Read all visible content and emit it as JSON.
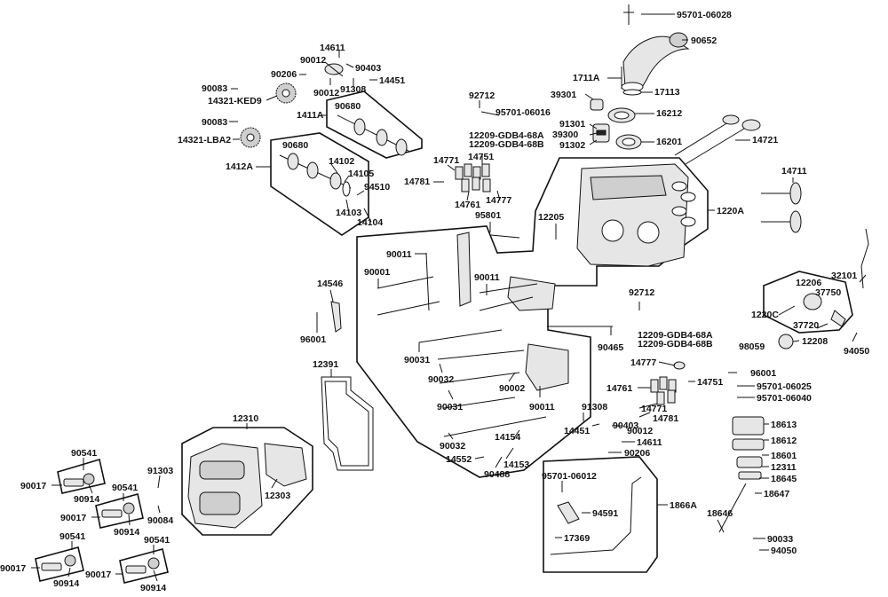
{
  "labels": {
    "l95701_06028": "95701-06028",
    "l90652": "90652",
    "l1711A": "1711A",
    "l17113": "17113",
    "l39301": "39301",
    "l16212": "16212",
    "l91301": "91301",
    "l39300": "39300",
    "l91302": "91302",
    "l16201": "16201",
    "l14721": "14721",
    "l92712_a": "92712",
    "l95701_06016": "95701-06016",
    "l12209_68A_a": "12209-GDB4-68A",
    "l12209_68B_a": "12209-GDB4-68B",
    "l14771_a": "14771",
    "l14751_a": "14751",
    "l14781_a": "14781",
    "l14761_a": "14761",
    "l14777_a": "14777",
    "l14611_a": "14611",
    "l90012_a": "90012",
    "l90206_a": "90206",
    "l90403_a": "90403",
    "l90083_a": "90083",
    "l14451_a": "14451",
    "l90012_b": "90012",
    "l91308_a": "91308",
    "l14321_KED9": "14321-KED9",
    "l1411A": "1411A",
    "l90680_a": "90680",
    "l90083_b": "90083",
    "l14321_LBA2": "14321-LBA2",
    "l90680_b": "90680",
    "l1412A": "1412A",
    "l14102": "14102",
    "l14105": "14105",
    "l94510": "94510",
    "l14103": "14103",
    "l14104": "14104",
    "l14711": "14711",
    "l1220A": "1220A",
    "l12205": "12205",
    "l95801": "95801",
    "l90011_a": "90011",
    "l90001": "90001",
    "l90011_b": "90011",
    "l14546": "14546",
    "l96001_a": "96001",
    "l90031_a": "90031",
    "l90032_a": "90032",
    "l90002": "90002",
    "l90031_b": "90031",
    "l90011_c": "90011",
    "l90032_b": "90032",
    "l92712_b": "92712",
    "l90465": "90465",
    "l12209_68A_b": "12209-GDB4-68A",
    "l12209_68B_b": "12209-GDB4-68B",
    "l14777_b": "14777",
    "l14751_b": "14751",
    "l14761_b": "14761",
    "l14771_b": "14771",
    "l14781_b": "14781",
    "l91308_b": "91308",
    "l14451_b": "14451",
    "l90403_b": "90403",
    "l90012_c": "90012",
    "l14611_b": "14611",
    "l90206_b": "90206",
    "l14154": "14154",
    "l14552": "14552",
    "l14153": "14153",
    "l90488": "90488",
    "l32101": "32101",
    "l12206": "12206",
    "l37750": "37750",
    "l1220C": "1220C",
    "l37720": "37720",
    "l98059": "98059",
    "l12208": "12208",
    "l94050_a": "94050",
    "l96001_b": "96001",
    "l95701_06025": "95701-06025",
    "l95701_06040": "95701-06040",
    "l18613": "18613",
    "l18612": "18612",
    "l18601": "18601",
    "l12311": "12311",
    "l18645": "18645",
    "l18647": "18647",
    "l18646": "18646",
    "l90033": "90033",
    "l94050_b": "94050",
    "l12391": "12391",
    "l12310": "12310",
    "l12303": "12303",
    "l95701_06012": "95701-06012",
    "l94591": "94591",
    "l1866A": "1866A",
    "l17369": "17369",
    "l91303": "91303",
    "l90084": "90084",
    "l90541_a": "90541",
    "l90017_a": "90017",
    "l90914_a": "90914",
    "l90541_b": "90541",
    "l90017_b": "90017",
    "l90914_b": "90914",
    "l90541_c": "90541",
    "l90017_c": "90017",
    "l90914_c": "90914",
    "l90541_d": "90541",
    "l90017_d": "90017",
    "l90914_d": "90914"
  }
}
